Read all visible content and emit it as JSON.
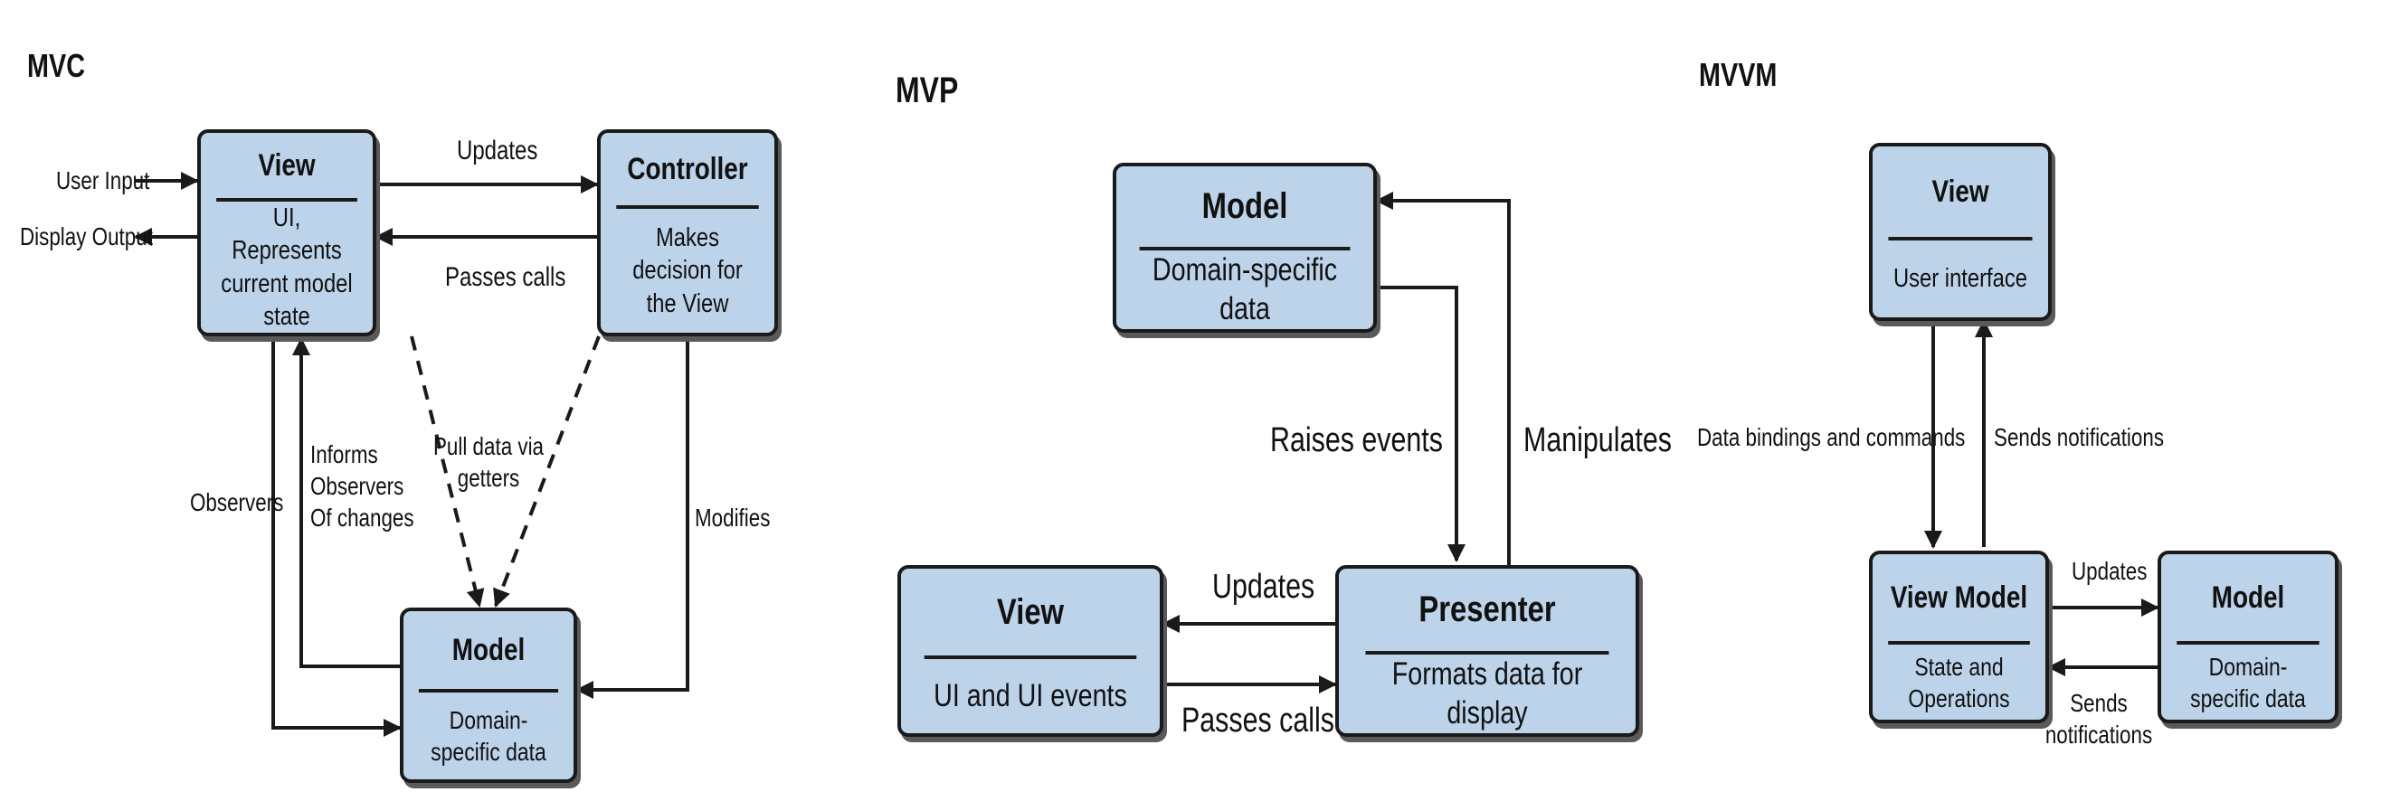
{
  "mvc": {
    "title": "MVC",
    "view": {
      "header": "View",
      "body": "UI, Represents current model state"
    },
    "controller": {
      "header": "Controller",
      "body": "Makes decision for the View"
    },
    "model": {
      "header": "Model",
      "body": "Domain-specific data"
    },
    "labels": {
      "user_input": "User Input",
      "display_output": "Display Output",
      "updates": "Updates",
      "passes_calls": "Passes calls",
      "observers": "Observers",
      "informs": "Informs\nObservers\nOf changes",
      "pull_data": "Pull data via\ngetters",
      "modifies": "Modifies"
    }
  },
  "mvp": {
    "title": "MVP",
    "model": {
      "header": "Model",
      "body": "Domain-specific data"
    },
    "view": {
      "header": "View",
      "body": "UI and UI events"
    },
    "presenter": {
      "header": "Presenter",
      "body": "Formats data for display"
    },
    "labels": {
      "raises_events": "Raises events",
      "manipulates": "Manipulates",
      "updates": "Updates",
      "passes_calls": "Passes calls"
    }
  },
  "mvvm": {
    "title": "MVVM",
    "view": {
      "header": "View",
      "body": "User interface"
    },
    "view_model": {
      "header": "View Model",
      "body": "State and Operations"
    },
    "model": {
      "header": "Model",
      "body": "Domain-specific data"
    },
    "labels": {
      "data_bindings": "Data bindings and commands",
      "sends_notifications": "Sends notifications",
      "updates": "Updates",
      "sends_notifications_2": "Sends\nnotifications"
    }
  },
  "colors": {
    "box_fill": "#bcd3ea",
    "stroke": "#1a1a1a",
    "shadow": "#5a5a5a"
  }
}
